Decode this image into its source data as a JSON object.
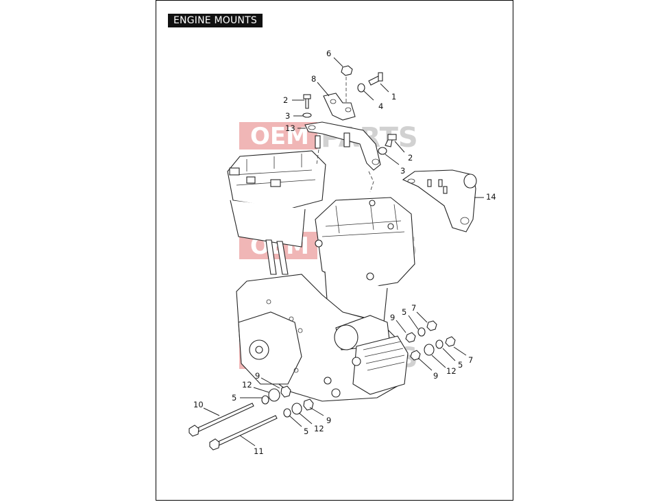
{
  "title": "ENGINE MOUNTS",
  "watermark": {
    "oem": "OEM",
    "parts": "PARTS"
  },
  "colors": {
    "watermark_red": "#e37a7a",
    "watermark_grey": "#c9c9c9",
    "title_bg": "#111111"
  },
  "callouts": [
    {
      "id": "c1",
      "label": "1"
    },
    {
      "id": "c2a",
      "label": "2"
    },
    {
      "id": "c2b",
      "label": "2"
    },
    {
      "id": "c3a",
      "label": "3"
    },
    {
      "id": "c3b",
      "label": "3"
    },
    {
      "id": "c4",
      "label": "4"
    },
    {
      "id": "c5a",
      "label": "5"
    },
    {
      "id": "c5b",
      "label": "5"
    },
    {
      "id": "c5c",
      "label": "5"
    },
    {
      "id": "c5d",
      "label": "5"
    },
    {
      "id": "c6",
      "label": "6"
    },
    {
      "id": "c7a",
      "label": "7"
    },
    {
      "id": "c7b",
      "label": "7"
    },
    {
      "id": "c8",
      "label": "8"
    },
    {
      "id": "c9a",
      "label": "9"
    },
    {
      "id": "c9b",
      "label": "9"
    },
    {
      "id": "c9c",
      "label": "9"
    },
    {
      "id": "c9d",
      "label": "9"
    },
    {
      "id": "c10",
      "label": "10"
    },
    {
      "id": "c11",
      "label": "11"
    },
    {
      "id": "c12a",
      "label": "12"
    },
    {
      "id": "c12b",
      "label": "12"
    },
    {
      "id": "c12c",
      "label": "12"
    },
    {
      "id": "c13",
      "label": "13"
    },
    {
      "id": "c14",
      "label": "14"
    }
  ]
}
